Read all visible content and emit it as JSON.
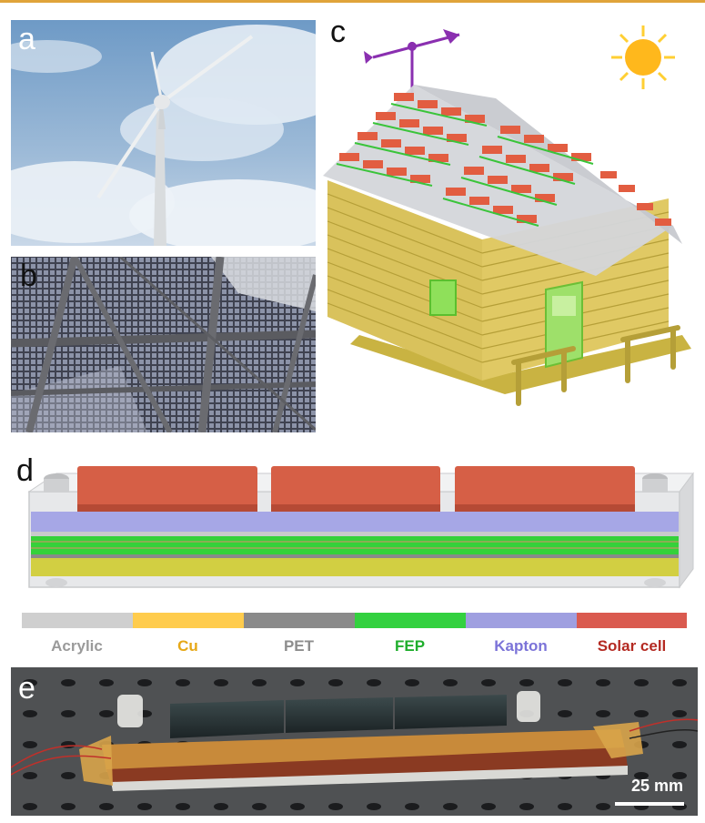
{
  "panels": {
    "a": {
      "label": "a"
    },
    "b": {
      "label": "b"
    },
    "c": {
      "label": "c"
    },
    "d": {
      "label": "d"
    },
    "e": {
      "label": "e",
      "scale_bar": "25 mm"
    }
  },
  "legend": [
    {
      "name": "Acrylic",
      "color": "#cfcfcf",
      "text_color": "#9a9a9a"
    },
    {
      "name": "Cu",
      "color": "#ffcc4d",
      "text_color": "#e6a817"
    },
    {
      "name": "PET",
      "color": "#8a8a8a",
      "text_color": "#8d8d8d"
    },
    {
      "name": "FEP",
      "color": "#33d13f",
      "text_color": "#1fae2c"
    },
    {
      "name": "Kapton",
      "color": "#9f9fe0",
      "text_color": "#7b73d8"
    },
    {
      "name": "Solar cell",
      "color": "#da5a4f",
      "text_color": "#b42a22"
    }
  ]
}
